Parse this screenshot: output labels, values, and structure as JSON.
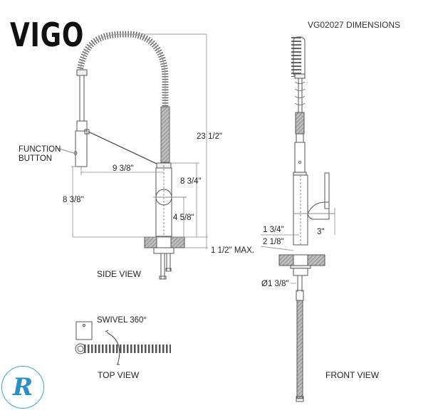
{
  "brand": {
    "logo_text": "VIGO"
  },
  "title": "VG02027 DIMENSIONS",
  "views": {
    "side": "SIDE VIEW",
    "top": "TOP VIEW",
    "front": "FRONT VIEW"
  },
  "callouts": {
    "function_button_line1": "FUNCTION",
    "function_button_line2": "BUTTON",
    "swivel": "SWIVEL 360°"
  },
  "dimensions": {
    "overall_height": "23 1/2\"",
    "spout_reach": "9 3/8\"",
    "spray_head_height": "8 3/8\"",
    "body_height": "8 3/4\"",
    "handle_height": "4 5/8\"",
    "deck_thickness": "1 1/2\" MAX.",
    "base_1": "1 3/4\"",
    "base_2": "2 1/8\"",
    "handle_length": "3\"",
    "hole_diameter": "Ø1 3/8\""
  },
  "watermark": {
    "letter": "R",
    "color": "#2b8fc0"
  }
}
